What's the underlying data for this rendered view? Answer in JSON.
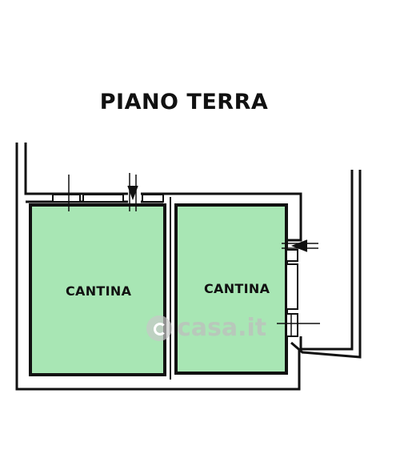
{
  "floor_title": "PIANO TERRA",
  "rooms": [
    {
      "label": "CANTINA"
    },
    {
      "label": "CANTINA"
    }
  ],
  "watermark": {
    "text": "casa.it"
  },
  "colors": {
    "room_fill": "#a8e6b4",
    "wall": "#111111",
    "background": "#ffffff"
  }
}
